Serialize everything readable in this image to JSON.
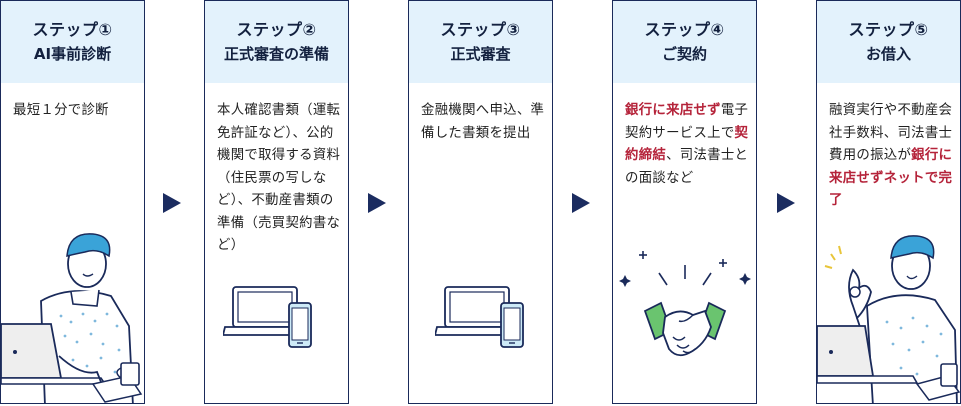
{
  "steps": [
    {
      "title": "ステップ①",
      "subtitle": "AI事前診断",
      "body": [
        {
          "t": "最短１分で診断"
        }
      ],
      "illustration": "man-laptop-icon"
    },
    {
      "title": "ステップ②",
      "subtitle": "正式審査の準備",
      "body": [
        {
          "t": "本人確認書類（運転免許証など）、公的機関で取得する資料（住民票の写しなど）、不動産書類の準備（売買契約書など）"
        }
      ],
      "illustration": "laptop-phone-icon"
    },
    {
      "title": "ステップ③",
      "subtitle": "正式審査",
      "body": [
        {
          "t": "金融機関へ申込、準備した書類を提出"
        }
      ],
      "illustration": "laptop-phone-icon"
    },
    {
      "title": "ステップ④",
      "subtitle": "ご契約",
      "body": [
        {
          "t": "銀行に来店せず",
          "hl": true
        },
        {
          "t": "電子契約サービス上で"
        },
        {
          "t": "契約締結",
          "hl": true
        },
        {
          "t": "、司法書士との面談など"
        }
      ],
      "illustration": "handshake-icon"
    },
    {
      "title": "ステップ⑤",
      "subtitle": "お借入",
      "body": [
        {
          "t": "融資実行や不動産会社手数料、司法書士費用の振込が"
        },
        {
          "t": "銀行に来店せずネットで完了",
          "hl": true
        }
      ],
      "illustration": "man-ok-icon"
    }
  ],
  "colors": {
    "header_bg": "#e3f2fc",
    "border": "#1a2a5a",
    "arrow": "#1b2c60",
    "highlight": "#b5233a",
    "accent_green": "#4caf50",
    "accent_blue": "#2e9bd6"
  }
}
